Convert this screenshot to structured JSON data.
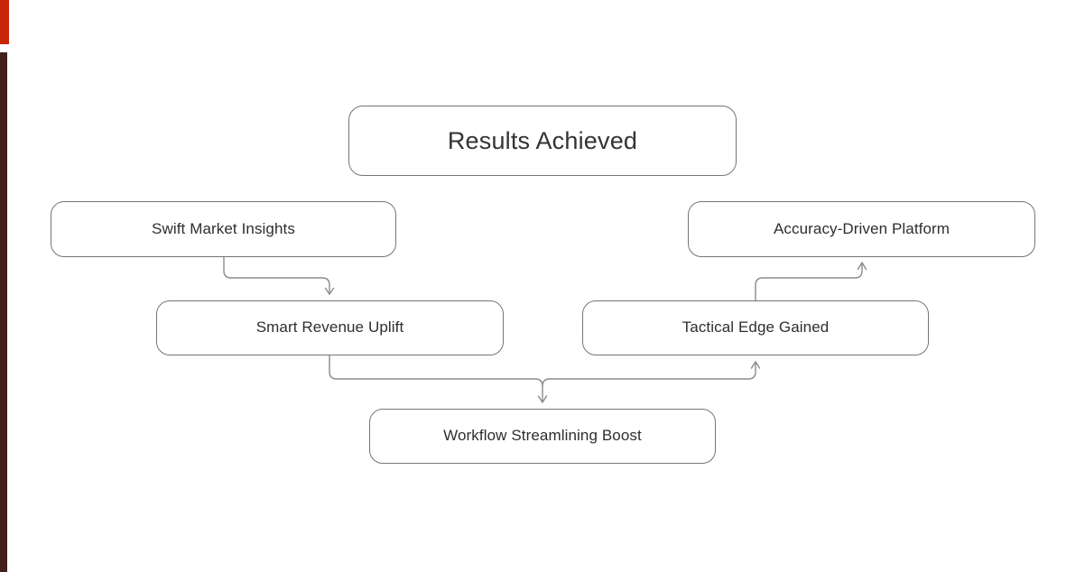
{
  "diagram": {
    "type": "flowchart",
    "background_color": "#ffffff",
    "accent_strips": [
      {
        "name": "red-strip",
        "color": "#c8260a"
      },
      {
        "name": "brown-strip",
        "color": "#43201a"
      }
    ],
    "node_border_color": "#757575",
    "connector_color": "#8b8b8b",
    "text_color": "#2e2e2e",
    "title": {
      "label": "Results Achieved"
    },
    "nodes": [
      {
        "id": "root",
        "label": "Results Achieved"
      },
      {
        "id": "left-top",
        "label": "Swift Market Insights"
      },
      {
        "id": "right-top",
        "label": "Accuracy-Driven Platform"
      },
      {
        "id": "left-mid",
        "label": "Smart Revenue Uplift"
      },
      {
        "id": "right-mid",
        "label": "Tactical Edge Gained"
      },
      {
        "id": "bottom",
        "label": "Workflow Streamlining Boost"
      }
    ],
    "edges": [
      {
        "from": "left-top",
        "to": "left-mid",
        "direction": "down"
      },
      {
        "from": "left-mid",
        "to": "bottom",
        "direction": "down"
      },
      {
        "from": "right-mid",
        "to": "right-top",
        "direction": "up"
      },
      {
        "from": "bottom",
        "to": "right-mid",
        "direction": "up"
      }
    ]
  }
}
